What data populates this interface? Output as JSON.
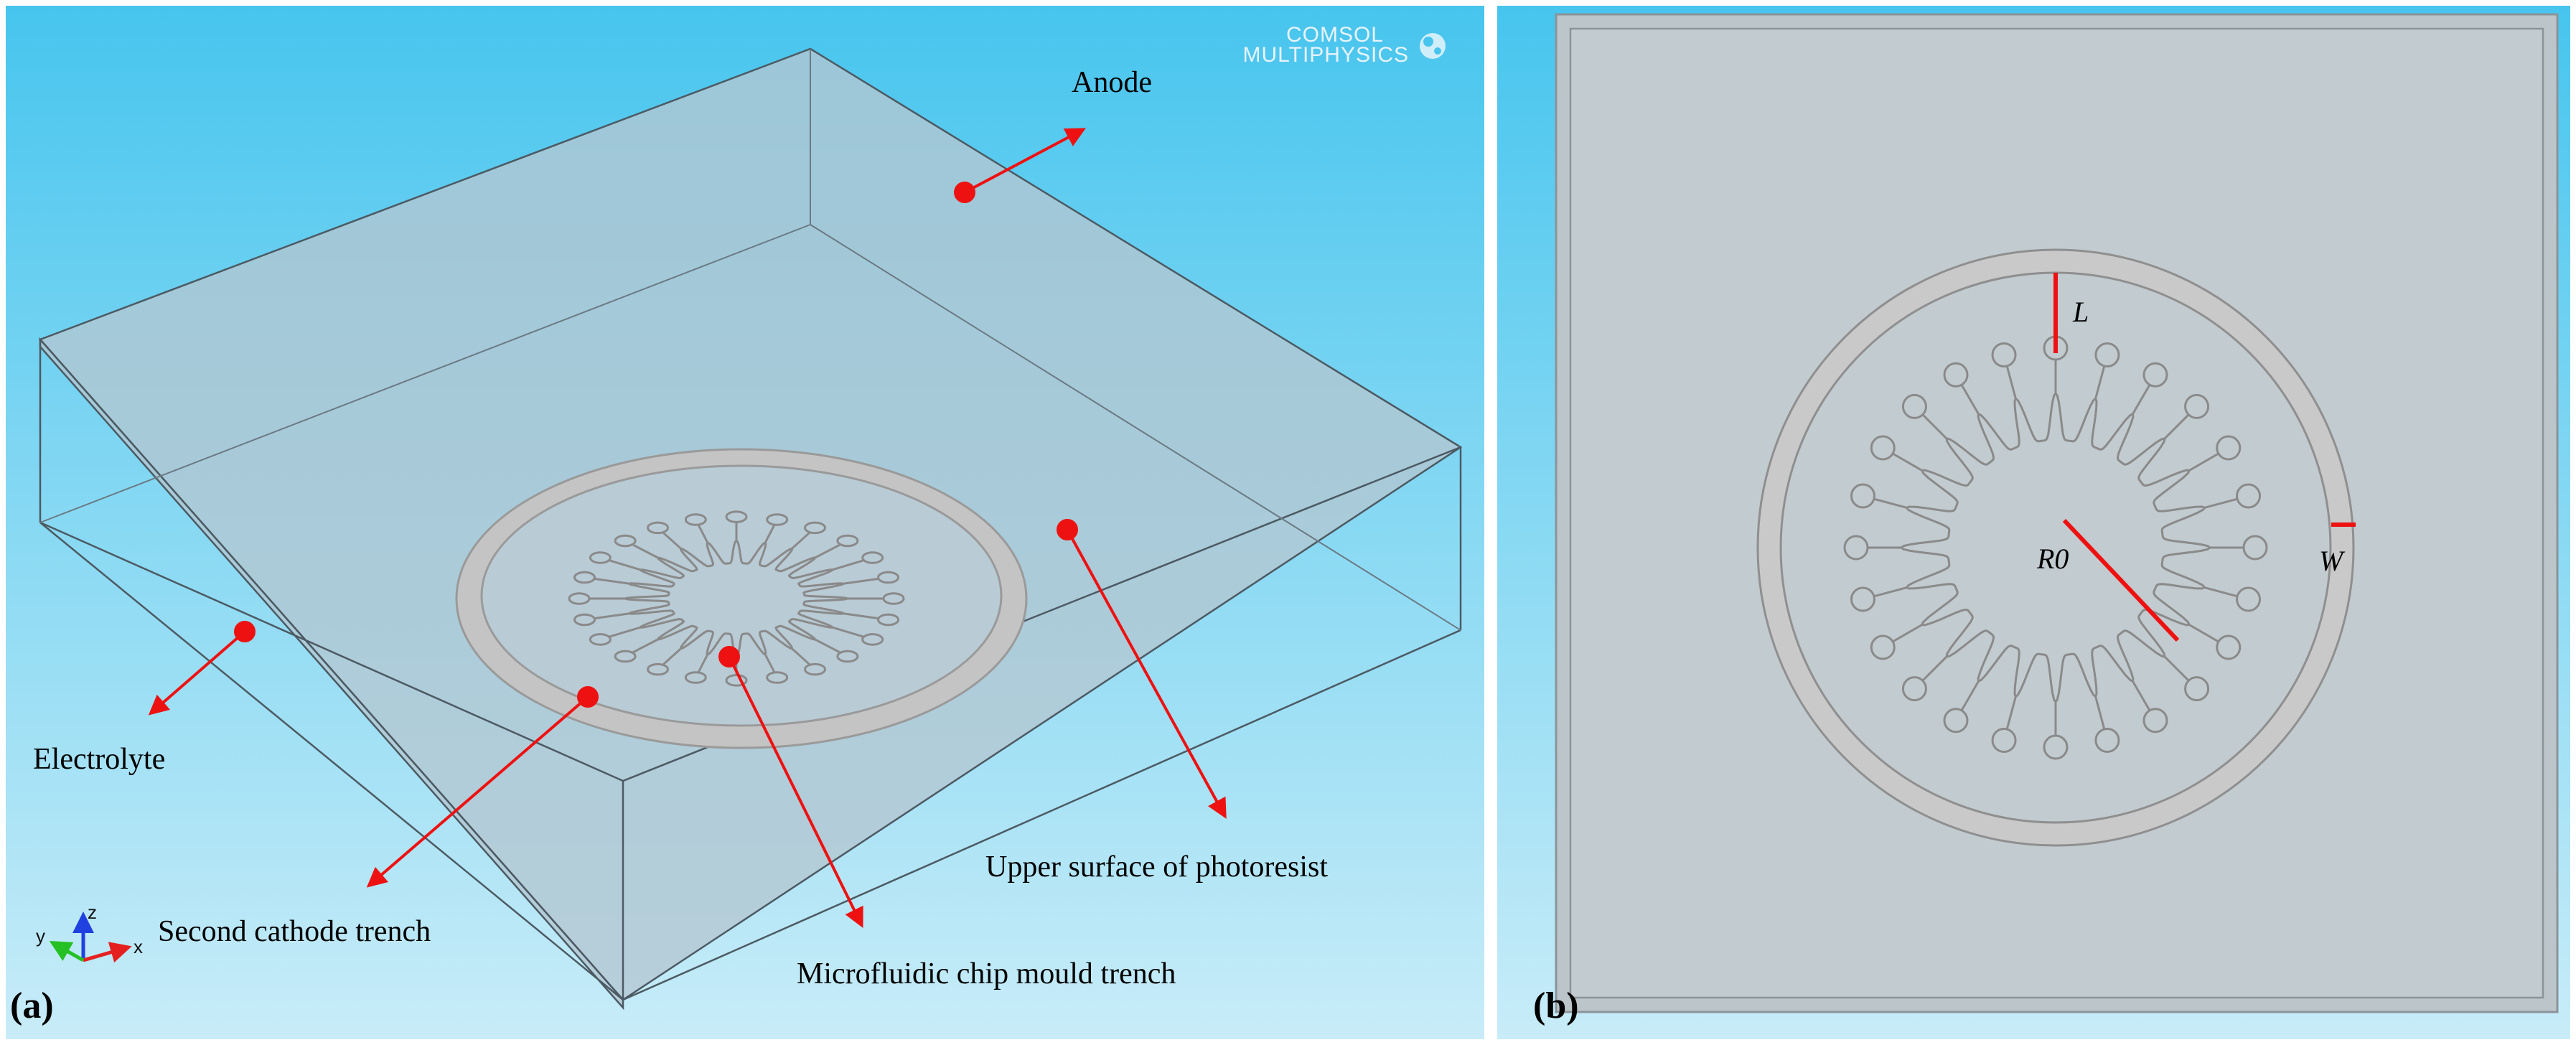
{
  "panel_a": {
    "tag": "(a)",
    "logo": {
      "line1": "COMSOL",
      "line2": "MULTIPHYSICS"
    },
    "labels": {
      "anode": "Anode",
      "electrolyte": "Electrolyte",
      "upper_surface": "Upper surface of photoresist",
      "second_cathode": "Second cathode trench",
      "mould_trench": "Microfluidic  chip mould trench"
    },
    "axes": {
      "x": "x",
      "y": "y",
      "z": "z"
    }
  },
  "panel_b": {
    "tag": "(b)",
    "labels": {
      "L": "L",
      "W": "W",
      "R0": "R0"
    }
  },
  "colors": {
    "background_top": "#47c5ee",
    "background_bottom": "#c8ecf8",
    "box_face": "#b9cbd5",
    "trench": "#c4c4c4",
    "callout": "#ee1111"
  },
  "icons": [
    "coordinate-axes-icon",
    "comsol-logo-icon"
  ]
}
